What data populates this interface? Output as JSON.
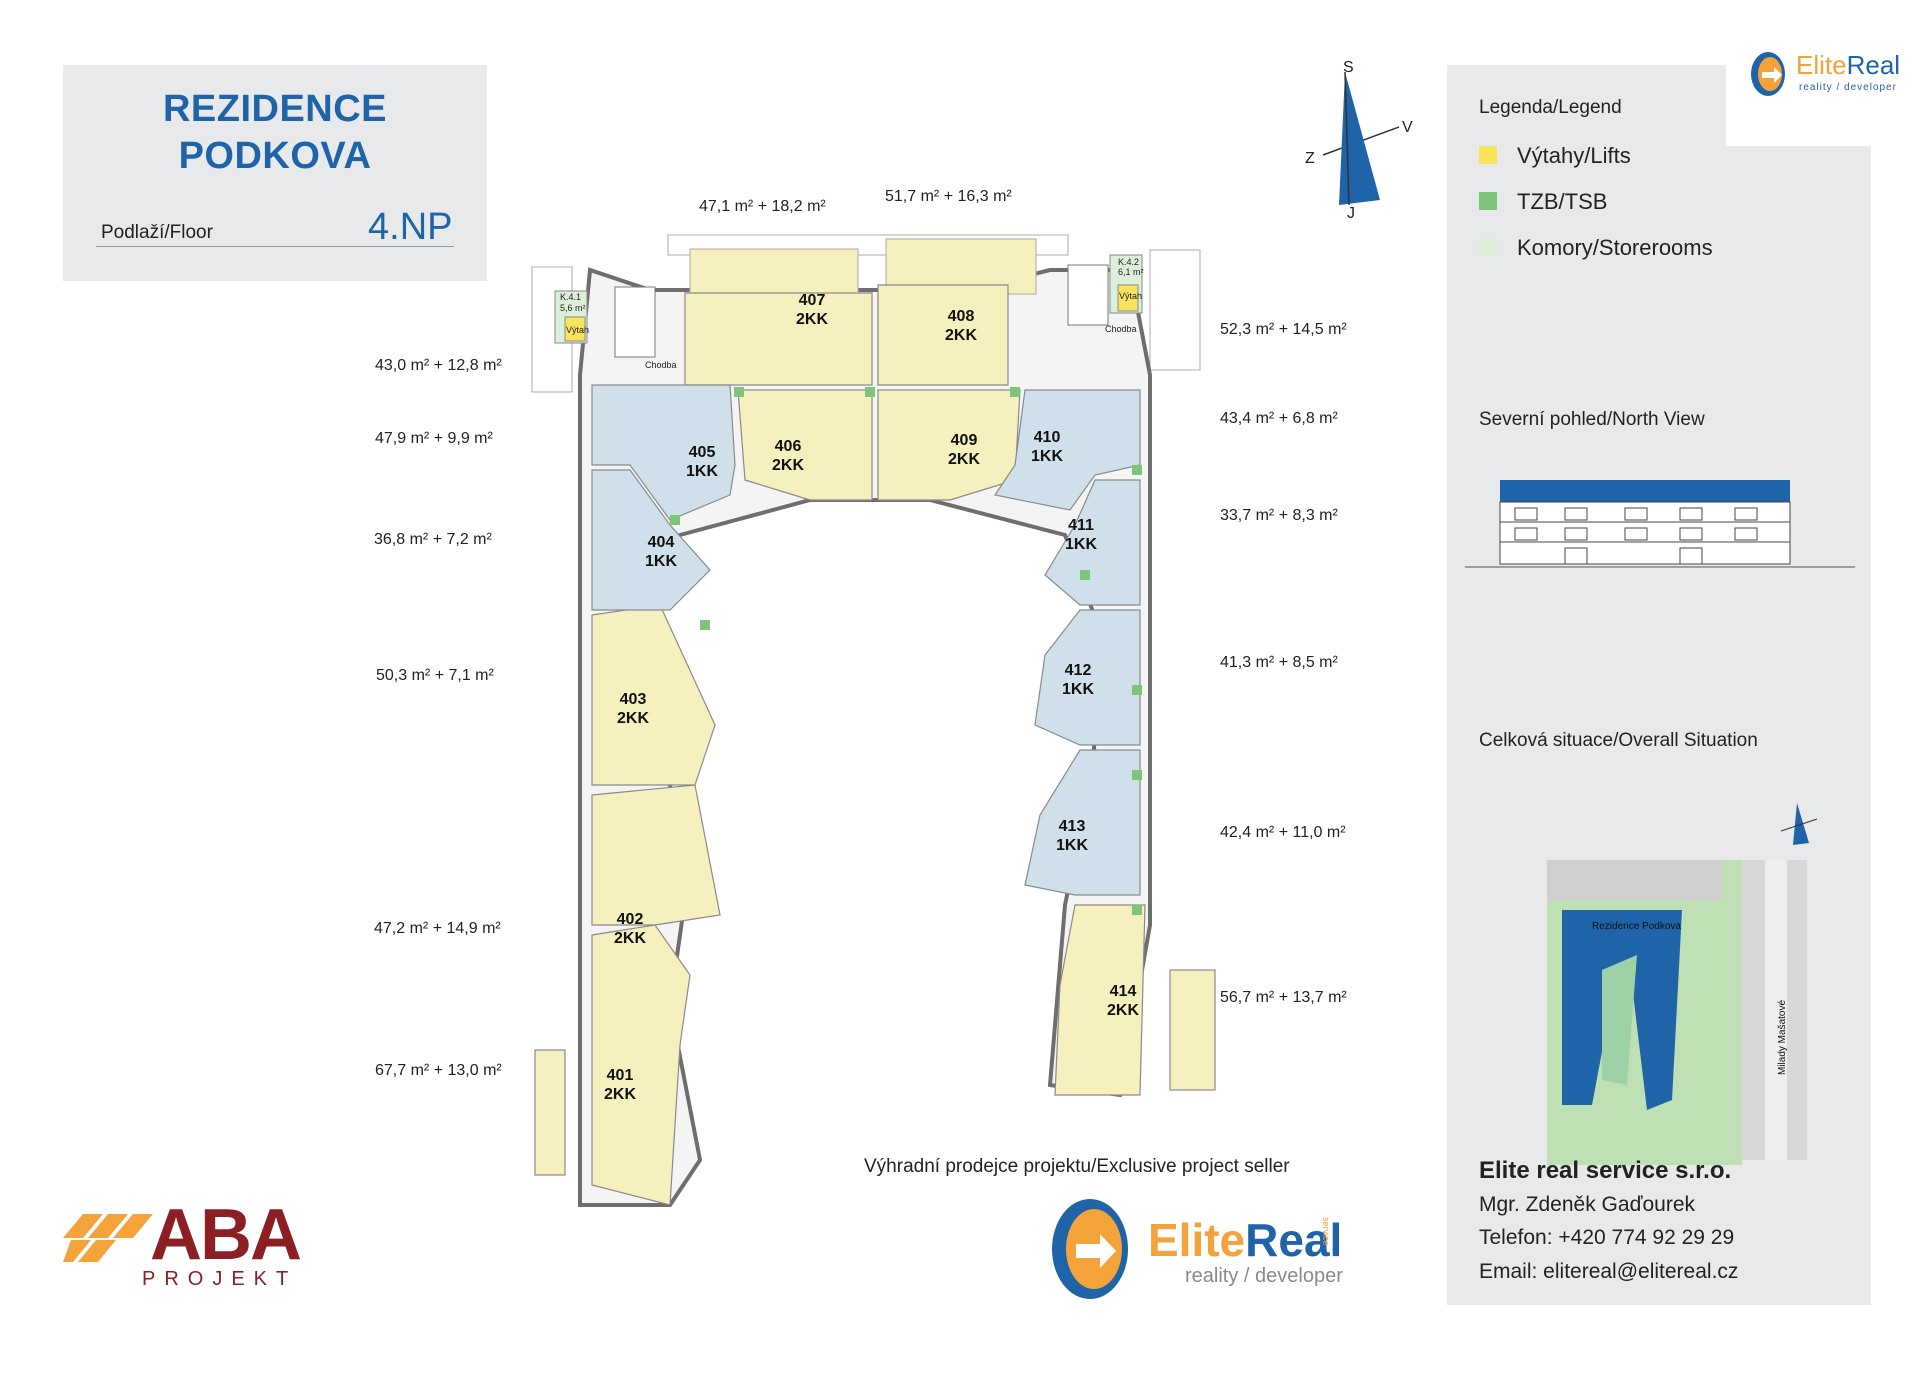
{
  "title": {
    "line1": "REZIDENCE",
    "line2": "PODKOVA"
  },
  "floor": {
    "label": "Podlaží/Floor",
    "value": "4.NP"
  },
  "compass": {
    "s": "S",
    "z": "Z",
    "v": "V",
    "j": "J"
  },
  "legend": {
    "heading": "Legenda/Legend",
    "items": [
      {
        "label": "Výtahy/Lifts",
        "color": "#f7e35c"
      },
      {
        "label": "TZB/TSB",
        "color": "#7ec47a"
      },
      {
        "label": "Komory/Storerooms",
        "color": "#dcefd8"
      }
    ]
  },
  "north_view": {
    "heading": "Severní pohled/North View"
  },
  "situation": {
    "heading": "Celková situace/Overall Situation",
    "building_label": "Rezidence Podkova",
    "street_label": "Milady Mašatové"
  },
  "contact": {
    "company": "Elite real service s.r.o.",
    "person": "Mgr. Zdeněk Gaďourek",
    "phone": "Telefon: +420 774 92 29 29",
    "email": "Email: elitereal@elitereal.cz"
  },
  "seller": "Výhradní prodejce projektu/Exclusive project seller",
  "brand": {
    "name_a": "Elite",
    "name_b": "Real",
    "tagline": "reality / developer",
    "small_tagline": "reality / developer",
    "service": "service"
  },
  "aba": {
    "word": "ABA",
    "sub": "PROJEKT"
  },
  "plan": {
    "corridor": "Chodba",
    "lift": "Výtah",
    "storerooms": [
      {
        "code": "K.4.1",
        "area": "5,6 m²"
      },
      {
        "code": "K.4.2",
        "area": "6,1 m²"
      }
    ],
    "units": [
      {
        "id": "401",
        "type": "2KK"
      },
      {
        "id": "402",
        "type": "2KK"
      },
      {
        "id": "403",
        "type": "2KK"
      },
      {
        "id": "404",
        "type": "1KK"
      },
      {
        "id": "405",
        "type": "1KK"
      },
      {
        "id": "406",
        "type": "2KK"
      },
      {
        "id": "407",
        "type": "2KK"
      },
      {
        "id": "408",
        "type": "2KK"
      },
      {
        "id": "409",
        "type": "2KK"
      },
      {
        "id": "410",
        "type": "1KK"
      },
      {
        "id": "411",
        "type": "1KK"
      },
      {
        "id": "412",
        "type": "1KK"
      },
      {
        "id": "413",
        "type": "1KK"
      },
      {
        "id": "414",
        "type": "2KK"
      }
    ]
  },
  "areas": {
    "u407": "47,1 m² + 18,2 m²",
    "u408": "51,7 m² + 16,3 m²",
    "l1": "43,0 m² + 12,8 m²",
    "l2": "47,9 m² + 9,9 m²",
    "l3": "36,8 m² + 7,2 m²",
    "l4": "50,3 m² + 7,1 m²",
    "l5": "47,2 m² + 14,9 m²",
    "l6": "67,7 m² + 13,0 m²",
    "r1": "52,3 m² + 14,5 m²",
    "r2": "43,4 m² + 6,8 m²",
    "r3": "33,7 m² + 8,3 m²",
    "r4": "41,3 m² + 8,5 m²",
    "r5": "42,4 m² + 11,0 m²",
    "r6": "56,7 m² + 13,7 m²"
  }
}
